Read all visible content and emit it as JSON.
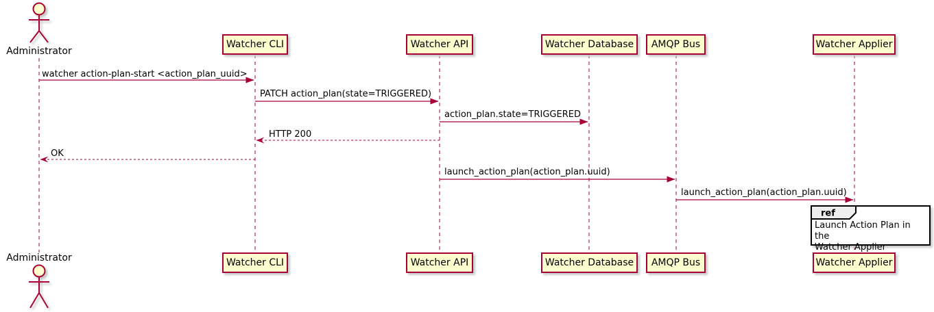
{
  "diagram_type": "uml-sequence",
  "colors": {
    "participant_fill": "#FEFECE",
    "participant_border": "#A80036",
    "line": "#A80036",
    "lifeline": "#A80036",
    "ref_border": "#000000",
    "ref_tab_fill": "#EEEEEE",
    "ref_body_fill": "#FFFFFF",
    "text": "#000000"
  },
  "actor": {
    "label": "Administrator"
  },
  "participants": [
    {
      "label": "Watcher CLI"
    },
    {
      "label": "Watcher API"
    },
    {
      "label": "Watcher Database"
    },
    {
      "label": "AMQP Bus"
    },
    {
      "label": "Watcher Applier"
    }
  ],
  "messages": [
    {
      "label": "watcher action-plan-start <action_plan_uuid>",
      "from": "Administrator",
      "to": "Watcher CLI",
      "style": "solid"
    },
    {
      "label": "PATCH action_plan(state=TRIGGERED)",
      "from": "Watcher CLI",
      "to": "Watcher API",
      "style": "solid"
    },
    {
      "label": "action_plan.state=TRIGGERED",
      "from": "Watcher API",
      "to": "Watcher Database",
      "style": "solid"
    },
    {
      "label": "HTTP 200",
      "from": "Watcher API",
      "to": "Watcher CLI",
      "style": "dashed"
    },
    {
      "label": "OK",
      "from": "Watcher CLI",
      "to": "Administrator",
      "style": "dashed"
    },
    {
      "label": "launch_action_plan(action_plan.uuid)",
      "from": "Watcher API",
      "to": "AMQP Bus",
      "style": "solid"
    },
    {
      "label": "launch_action_plan(action_plan.uuid)",
      "from": "AMQP Bus",
      "to": "Watcher Applier",
      "style": "solid"
    }
  ],
  "fragment": {
    "keyword": "ref",
    "over": "Watcher Applier",
    "text_lines": [
      "Launch Action Plan in the",
      "Watcher Applier"
    ]
  }
}
